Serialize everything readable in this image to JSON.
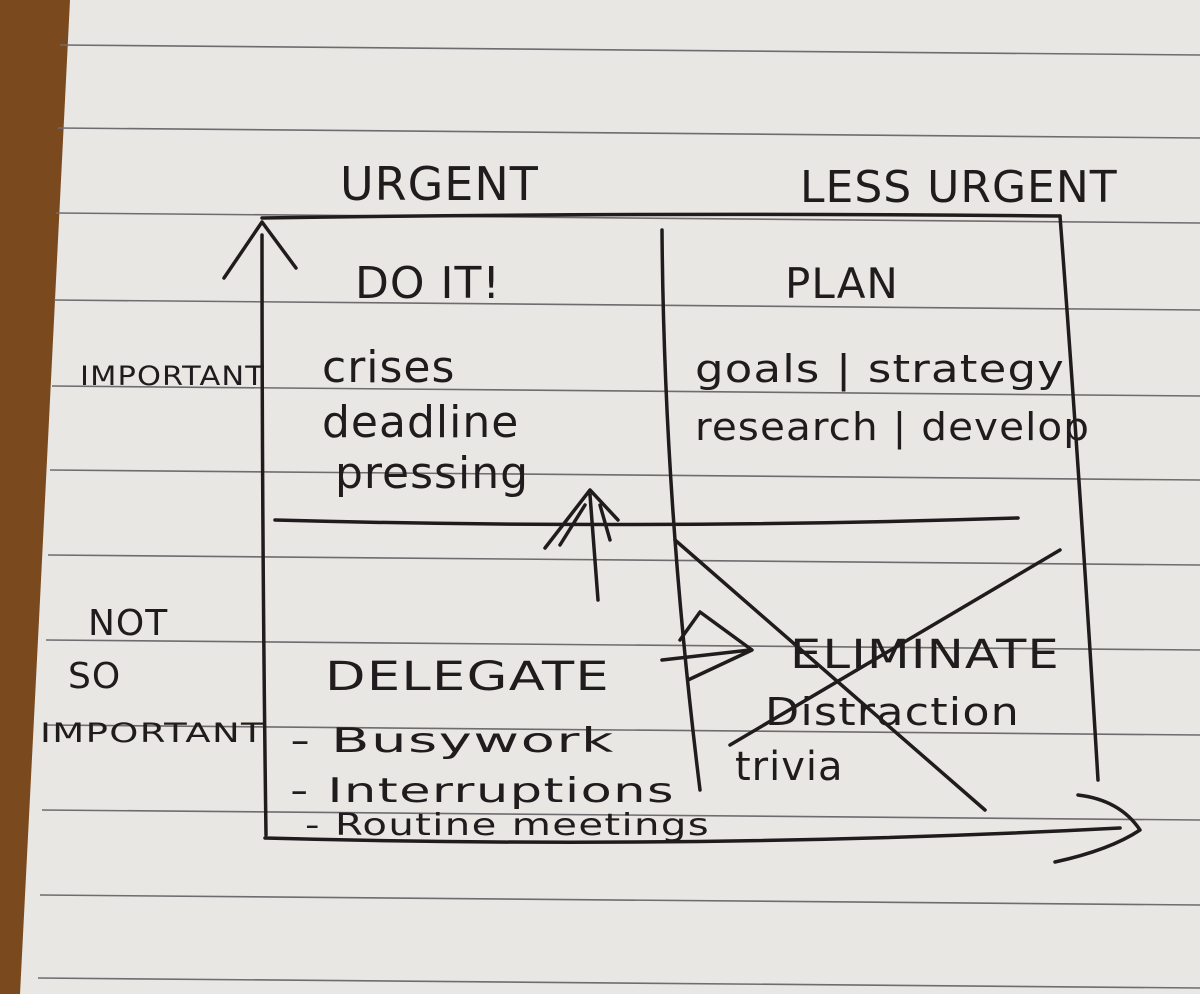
{
  "colors": {
    "desk": "#7a4a1e",
    "paper": "#e9e7e4",
    "rule": "#6f6c6f",
    "ink": "#201c1e"
  },
  "axes": {
    "x_left": "URGENT",
    "x_right": "LESS URGENT",
    "y_top": "IMPORTANT",
    "y_bottom": [
      "NOT",
      "SO",
      "IMPORTANT"
    ]
  },
  "quadrants": {
    "top_left": {
      "title": "DO IT!",
      "items": [
        "crises",
        "deadline",
        "pressing"
      ]
    },
    "top_right": {
      "title": "PLAN",
      "items": [
        "goals | strategy",
        "research | develop"
      ]
    },
    "bottom_left": {
      "title": "DELEGATE",
      "items": [
        "- Busywork",
        "- Interruptions",
        "- Routine meetings"
      ]
    },
    "bottom_right": {
      "title": "ELIMINATE",
      "items": [
        "Distraction",
        "trivia"
      ]
    }
  }
}
